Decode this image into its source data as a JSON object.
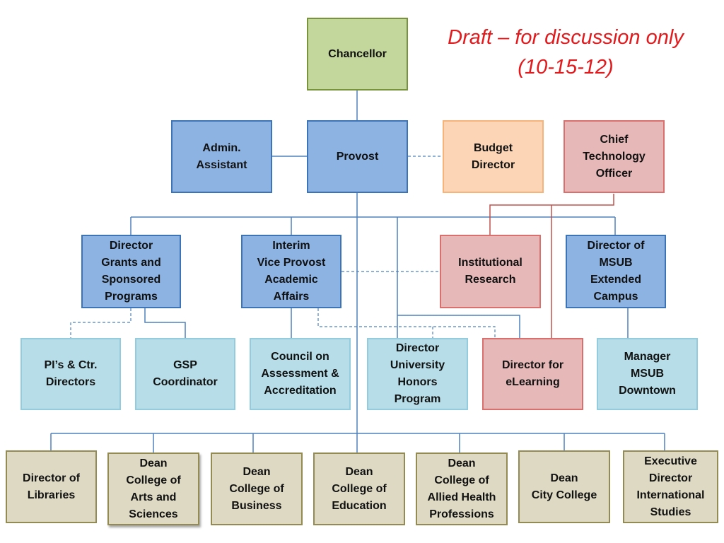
{
  "draft_note": "Draft – for discussion only\n(10-15-12)",
  "colors": {
    "chancellor": "#c3d69b",
    "admin": "#8db3e2",
    "budget": "#fbd5b5",
    "technology": "#e6b9b8",
    "unit": "#b7dee8",
    "dean": "#ddd9c3",
    "solid_line": "#4f81bd",
    "red_line": "#c0504d",
    "draft_text": "#e3191c"
  },
  "boxes": {
    "chancellor": "Chancellor",
    "admin_assistant": "Admin.\nAssistant",
    "provost": "Provost",
    "budget_director": "Budget\nDirector",
    "cto": "Chief\nTechnology\nOfficer",
    "director_grants": "Director\nGrants and\nSponsored\nPrograms",
    "interim_vp": "Interim\nVice Provost\nAcademic\nAffairs",
    "institutional_research": "Institutional\nResearch",
    "director_msub_extended": "Director of\nMSUB\nExtended\nCampus",
    "pi_directors": "PI’s & Ctr.\nDirectors",
    "gsp_coordinator": "GSP\nCoordinator",
    "council": "Council on\nAssessment &\nAccreditation",
    "honors": "Director\nUniversity\nHonors\nProgram",
    "elearning": "Director for\neLearning",
    "manager_downtown": "Manager\nMSUB\nDowntown",
    "libraries": "Director of\nLibraries",
    "arts_sciences": "Dean\nCollege of\nArts and\nSciences",
    "business": "Dean\nCollege of\nBusiness",
    "education": "Dean\nCollege of\nEducation",
    "allied_health": "Dean\nCollege of\nAllied Health\nProfessions",
    "city_college": "Dean\nCity College",
    "international": "Executive\nDirector\nInternational\nStudies"
  }
}
